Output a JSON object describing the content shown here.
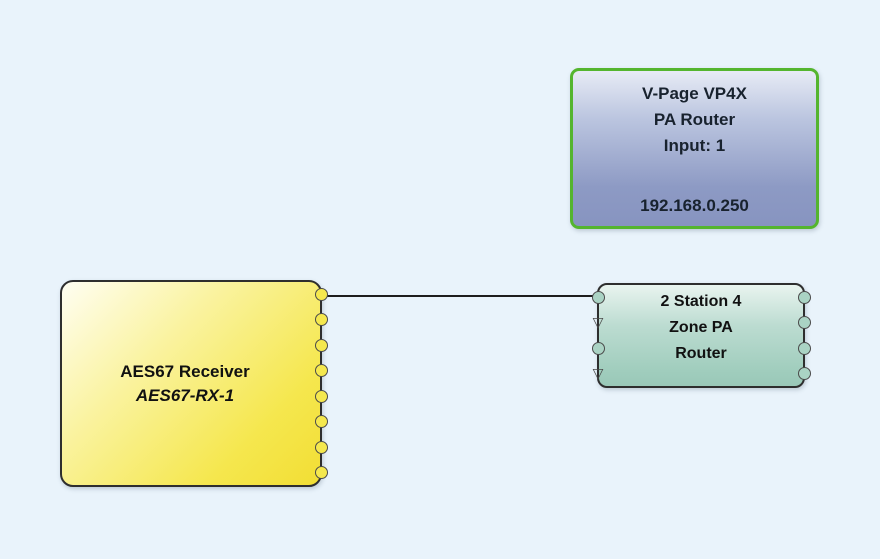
{
  "canvas": {
    "background_color": "#e9f3fb"
  },
  "nodes": {
    "vpage": {
      "line1": "V-Page VP4X",
      "line2": "PA Router",
      "line3": "Input: 1",
      "ip": "192.168.0.250",
      "border_color": "#54b52e",
      "fill_color": "#8d9ac4"
    },
    "aes67": {
      "name": "AES67 Receiver",
      "subname": "AES67-RX-1",
      "fill_color": "#f5e74e",
      "ports_right": [
        "circle",
        "circle",
        "circle",
        "circle",
        "circle",
        "circle",
        "circle",
        "circle"
      ]
    },
    "pa_router": {
      "line1": "2 Station 4",
      "line2": "Zone PA",
      "line3": "Router",
      "fill_color": "#a0cdbd",
      "ports_left": [
        "circle",
        "triangle",
        "circle",
        "triangle"
      ],
      "ports_right": [
        "circle",
        "circle",
        "circle",
        "circle"
      ]
    }
  },
  "connections": [
    {
      "from": "AES67 Receiver output 1",
      "to": "2 Station 4 Zone PA Router input 1",
      "color": "#1d1d1d"
    }
  ]
}
